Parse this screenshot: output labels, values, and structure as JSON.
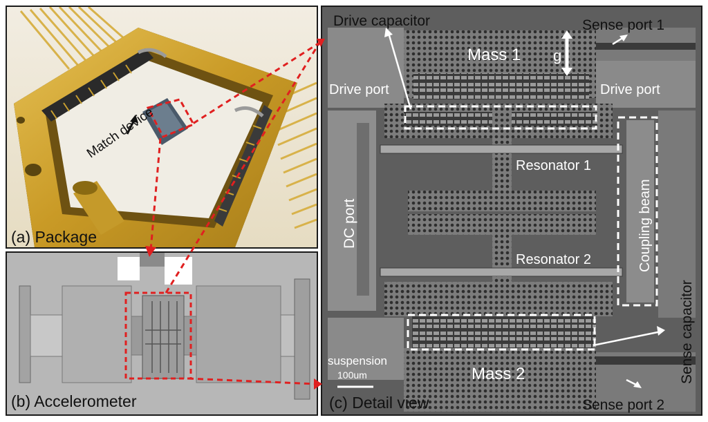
{
  "panel_a": {
    "caption": "(a) Package",
    "device_label": "Match device"
  },
  "panel_b": {
    "caption": "(b) Accelerometer"
  },
  "panel_c": {
    "caption": "(c) Detail view",
    "labels": {
      "drive_capacitor": "Drive capacitor",
      "sense_port_1": "Sense port 1",
      "mass_1": "Mass 1",
      "gap": "g",
      "drive_port_left": "Drive port",
      "drive_port_right": "Drive port",
      "resonator_1": "Resonator 1",
      "dc_port": "DC port",
      "coupling_beam": "Coupling beam",
      "resonator_2": "Resonator 2",
      "sense_capacitor": "Sense capacitor",
      "suspension": "suspension",
      "scale_bar": "100um",
      "mass_2": "Mass 2",
      "sense_port_2": "Sense port 2"
    }
  },
  "colors": {
    "gold": "#c9a02f",
    "sem_gray": "#8e8e8e",
    "annotation_red": "#e02020"
  }
}
